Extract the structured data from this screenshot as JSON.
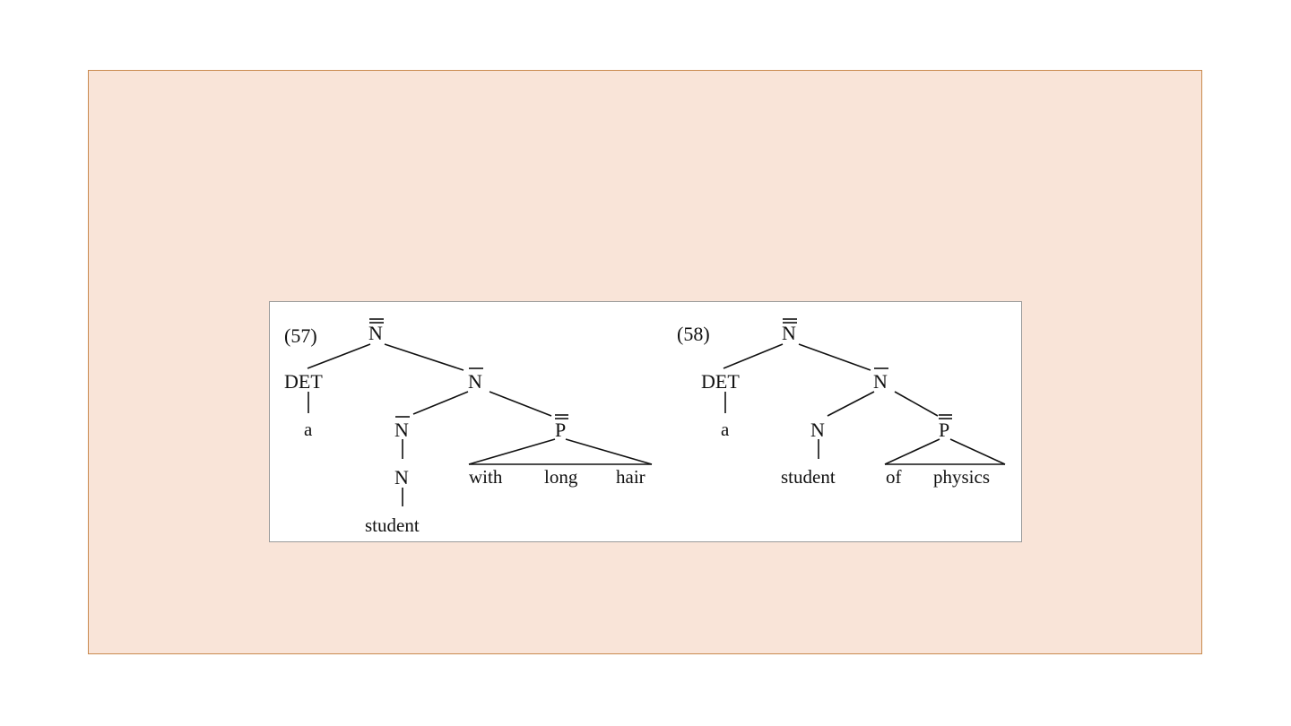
{
  "slide": {
    "background": "#f9e4d8",
    "border": "#c98a4e"
  },
  "trees": [
    {
      "id": "57",
      "example_number": "(57)",
      "root": {
        "cat": "N",
        "bars": 2
      },
      "nodes": {
        "det": "DET",
        "det_word": "a",
        "n_bar": {
          "cat": "N",
          "bars": 1
        },
        "n_bar_inner": {
          "cat": "N",
          "bars": 1
        },
        "n": "N",
        "n_word": "student",
        "p_bar_bar": {
          "cat": "P",
          "bars": 2
        },
        "pp_words": [
          "with",
          "long",
          "hair"
        ]
      }
    },
    {
      "id": "58",
      "example_number": "(58)",
      "root": {
        "cat": "N",
        "bars": 2
      },
      "nodes": {
        "det": "DET",
        "det_word": "a",
        "n_bar": {
          "cat": "N",
          "bars": 1
        },
        "n": "N",
        "n_word": "student",
        "p_bar_bar": {
          "cat": "P",
          "bars": 2
        },
        "pp_words": [
          "of",
          "physics"
        ]
      }
    }
  ]
}
